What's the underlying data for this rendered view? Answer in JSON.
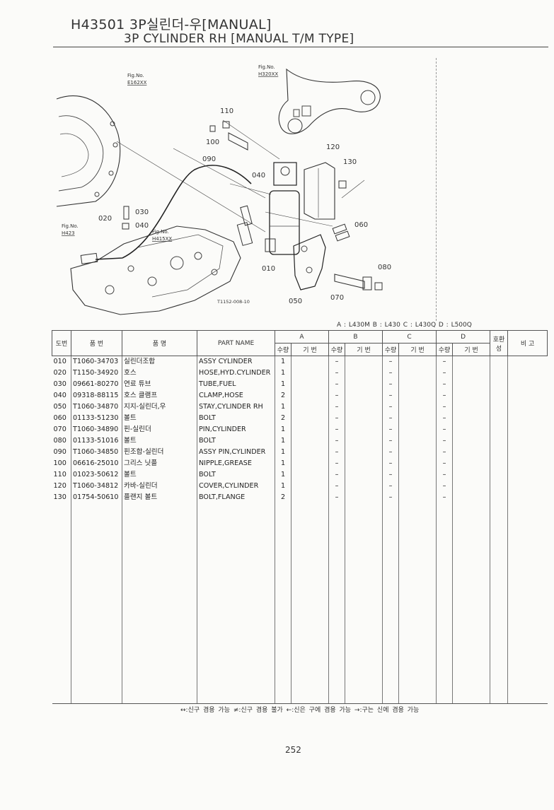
{
  "header": {
    "line1": "H43501 3P실린더-우[MANUAL]",
    "line2": "3P CYLINDER RH [MANUAL T/M TYPE]"
  },
  "diagram": {
    "fig_refs": [
      {
        "label": "Fig.No.",
        "ref": "E162XX"
      },
      {
        "label": "Fig.No.",
        "ref": "H320XX"
      },
      {
        "label": "Fig.No.",
        "ref": "H423"
      },
      {
        "label": "Fig.No.",
        "ref": "H415XX"
      }
    ],
    "callouts": [
      "110",
      "100",
      "090",
      "040",
      "120",
      "130",
      "020",
      "030",
      "040",
      "060",
      "010",
      "080",
      "050",
      "070"
    ],
    "drawing_code": "T1152-008-10"
  },
  "model_legend": "A : L430M    B : L430    C : L430Q    D : L500Q",
  "table": {
    "headers": {
      "no": "도번",
      "part_code": "품 번",
      "part_name_kr": "품 명",
      "part_name": "PART NAME",
      "groups": [
        "A",
        "B",
        "C",
        "D"
      ],
      "qty": "수량",
      "base": "기 번",
      "interchange": "호환성",
      "remarks": "비 고"
    },
    "rows": [
      {
        "no": "010",
        "code": "T1060-34703",
        "kr": "실린더조합",
        "name": "ASSY CYLINDER",
        "a": "1",
        "b": "–",
        "c": "–",
        "d": "–"
      },
      {
        "no": "020",
        "code": "T1150-34920",
        "kr": "호스",
        "name": "HOSE,HYD.CYLINDER",
        "a": "1",
        "b": "–",
        "c": "–",
        "d": "–"
      },
      {
        "no": "030",
        "code": "09661-80270",
        "kr": "연료 튜브",
        "name": "TUBE,FUEL",
        "a": "1",
        "b": "–",
        "c": "–",
        "d": "–"
      },
      {
        "no": "040",
        "code": "09318-88115",
        "kr": "호스 클램프",
        "name": "CLAMP,HOSE",
        "a": "2",
        "b": "–",
        "c": "–",
        "d": "–"
      },
      {
        "no": "050",
        "code": "T1060-34870",
        "kr": "지지-실린더,우",
        "name": "STAY,CYLINDER RH",
        "a": "1",
        "b": "–",
        "c": "–",
        "d": "–"
      },
      {
        "no": "060",
        "code": "01133-51230",
        "kr": "볼트",
        "name": "BOLT",
        "a": "2",
        "b": "–",
        "c": "–",
        "d": "–"
      },
      {
        "no": "070",
        "code": "T1060-34890",
        "kr": "핀-실린더",
        "name": "PIN,CYLINDER",
        "a": "1",
        "b": "–",
        "c": "–",
        "d": "–"
      },
      {
        "no": "080",
        "code": "01133-51016",
        "kr": "볼트",
        "name": "BOLT",
        "a": "1",
        "b": "–",
        "c": "–",
        "d": "–"
      },
      {
        "no": "090",
        "code": "T1060-34850",
        "kr": "핀조합-실린더",
        "name": "ASSY PIN,CYLINDER",
        "a": "1",
        "b": "–",
        "c": "–",
        "d": "–"
      },
      {
        "no": "100",
        "code": "06616-25010",
        "kr": "그리스 닛플",
        "name": "NIPPLE,GREASE",
        "a": "1",
        "b": "–",
        "c": "–",
        "d": "–"
      },
      {
        "no": "110",
        "code": "01023-50612",
        "kr": "볼트",
        "name": "BOLT",
        "a": "1",
        "b": "–",
        "c": "–",
        "d": "–"
      },
      {
        "no": "120",
        "code": "T1060-34812",
        "kr": "카바-실린더",
        "name": "COVER,CYLINDER",
        "a": "1",
        "b": "–",
        "c": "–",
        "d": "–"
      },
      {
        "no": "130",
        "code": "01754-50610",
        "kr": "플랜지 볼트",
        "name": "BOLT,FLANGE",
        "a": "2",
        "b": "–",
        "c": "–",
        "d": "–"
      }
    ]
  },
  "footer_legend": "↔:신구 겸용 가능   ≠:신구 겸용 불가   ←:신은 구에 겸용 가능   →:구는 신에 겸용 가능",
  "page_number": "252"
}
